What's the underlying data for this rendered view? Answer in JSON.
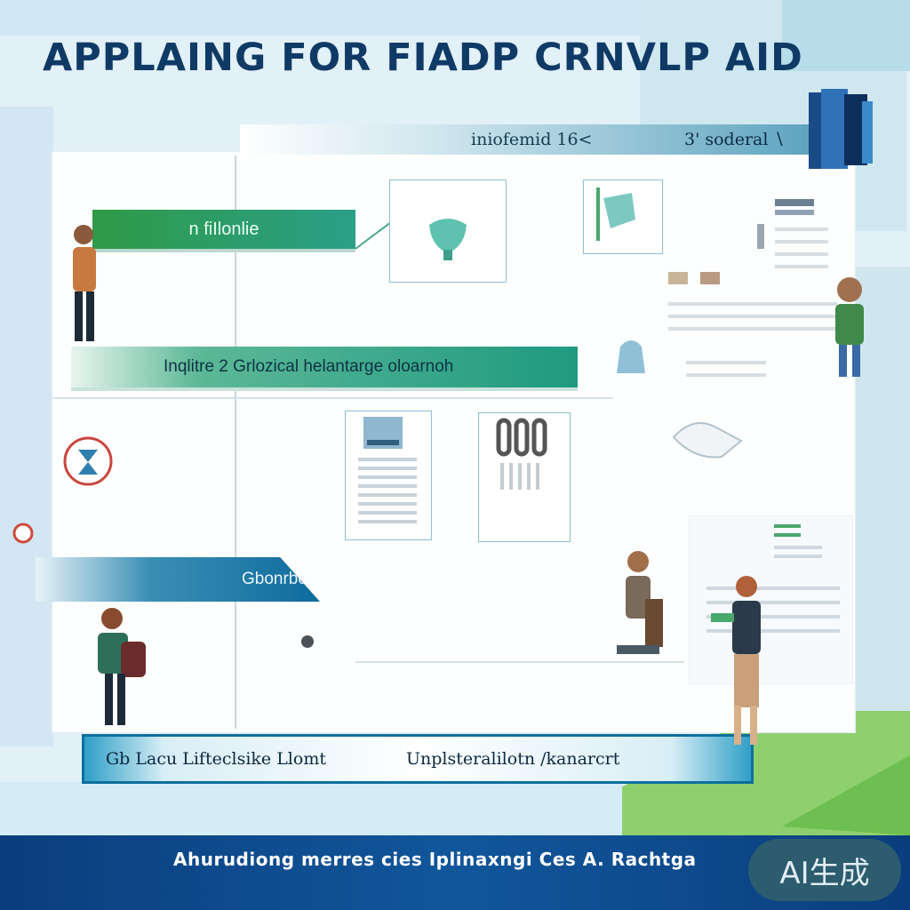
{
  "title": "APPLAING FOR FIADP CRNVLP AID",
  "steps": {
    "top_ribbon_left": "iniofemid 16<",
    "top_ribbon_right": "3' soderal ∖",
    "step1": "n fiIlonlie",
    "step2": "Inqlitre  2 Grlozical  helantarge oloarnoh",
    "step3": "Gbonrbo",
    "bottom_left": "Gb Lacu Lifteclsike Llomt",
    "bottom_right": "Unplsteralilotn /kanarcrt"
  },
  "footer": {
    "caption": "Ahurudiong merres cies Iplinaxngi Ces A. Rachtga",
    "badge": "AI生成"
  },
  "colors": {
    "title": "#0f3a66",
    "green": "#2a9f88",
    "blue": "#0e6b9c",
    "footer": "#11569b"
  }
}
